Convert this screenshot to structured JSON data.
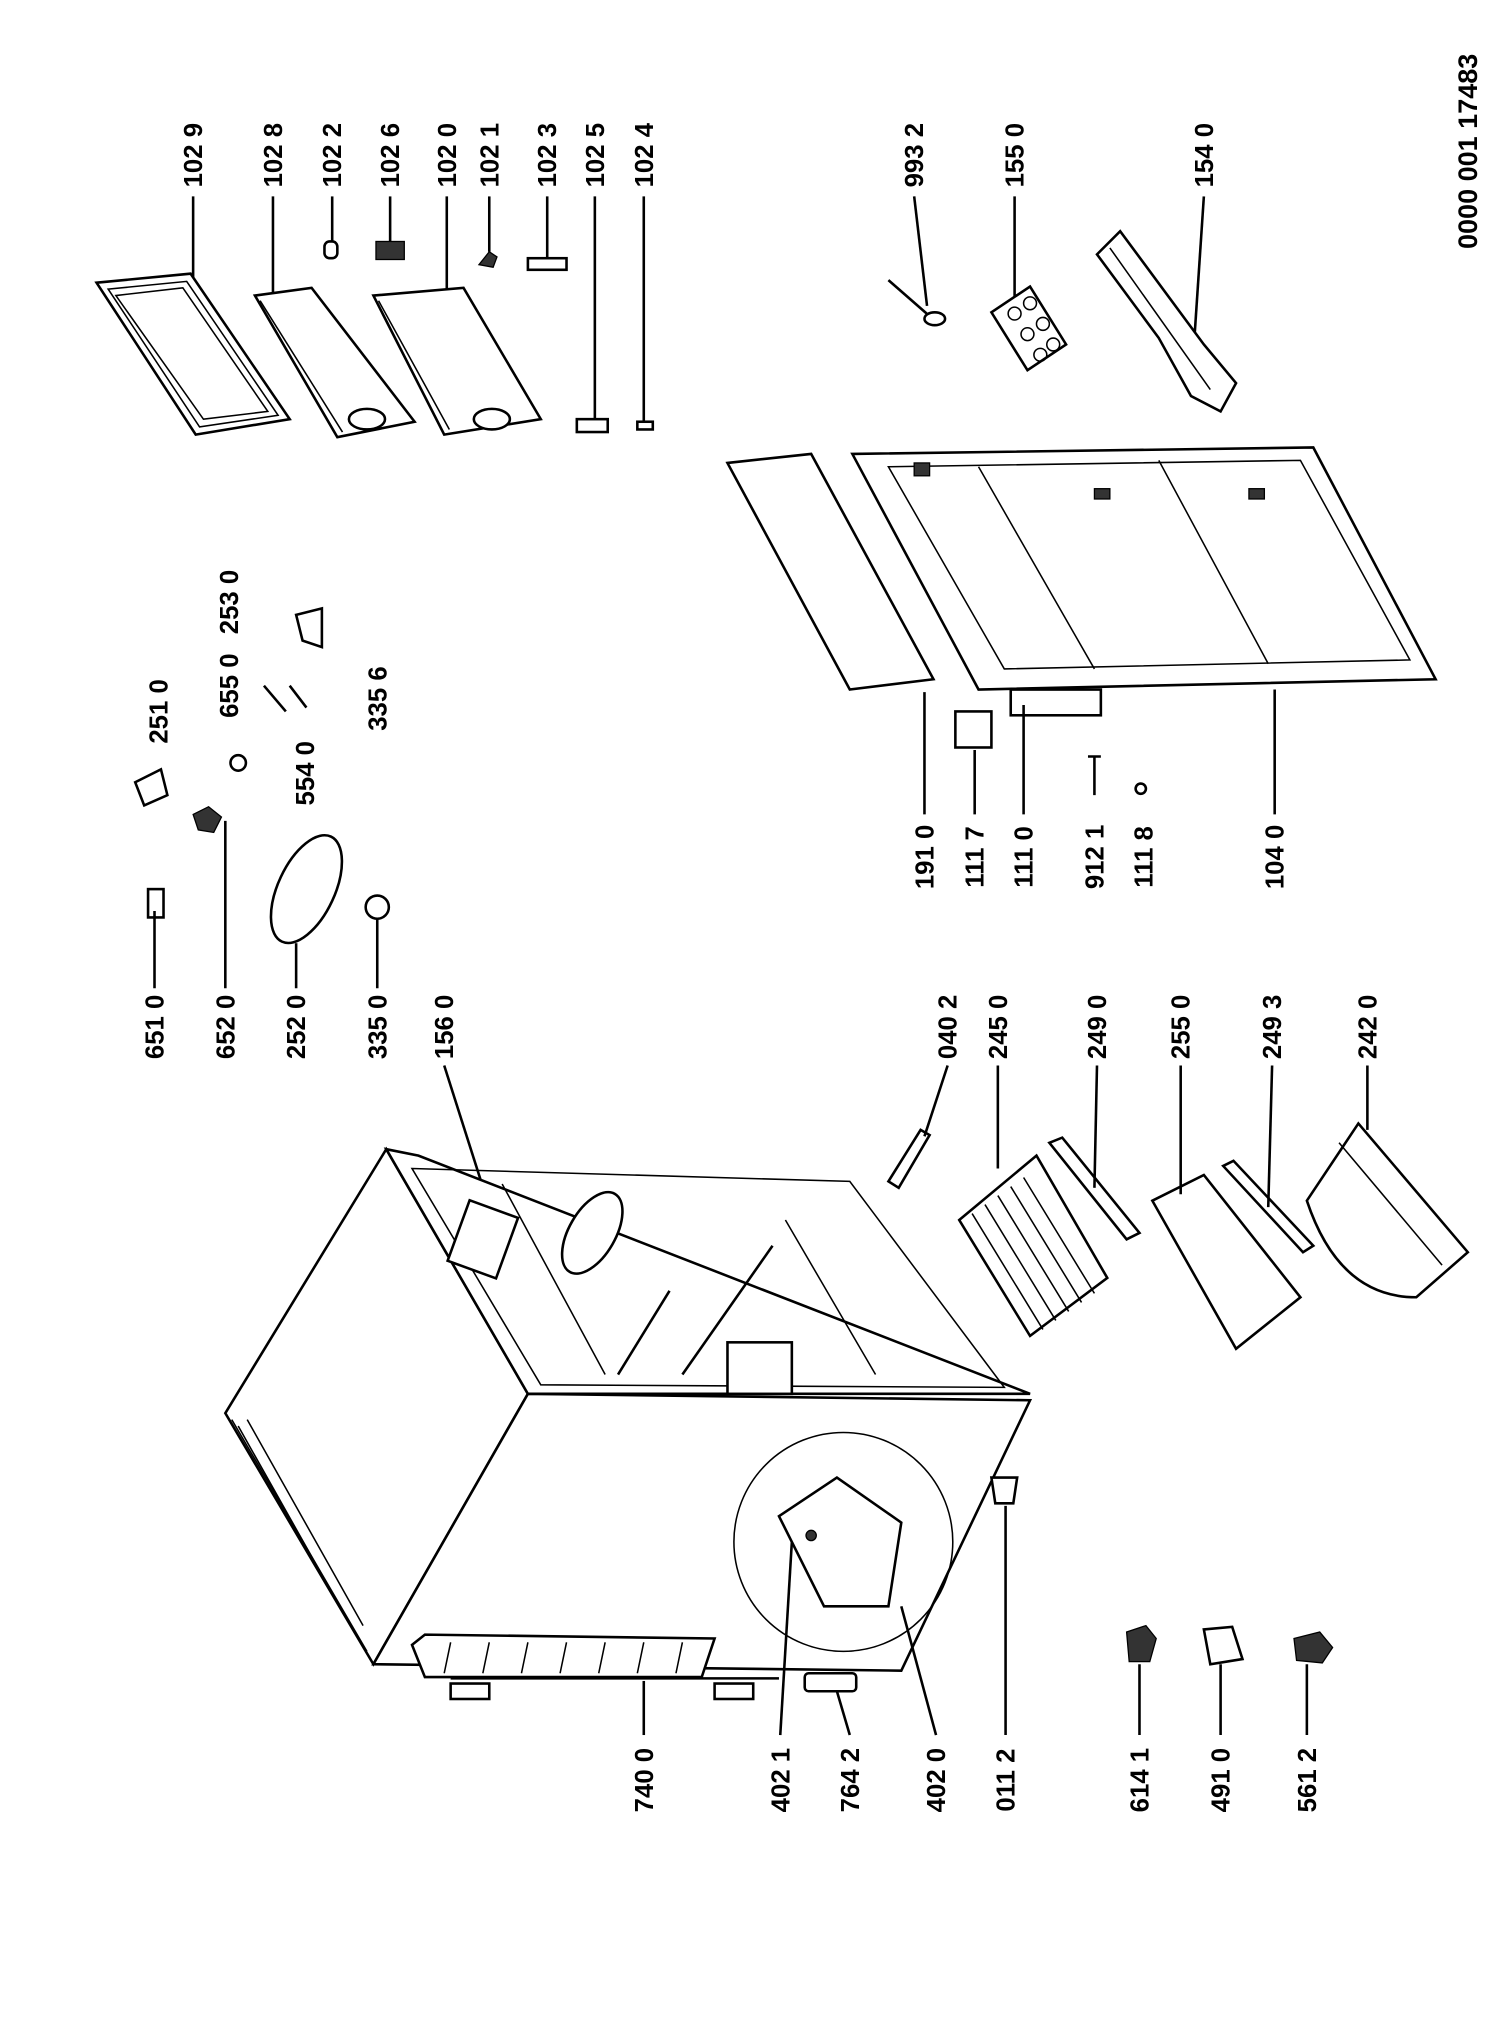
{
  "document_code": "0000 001 17483",
  "labels": {
    "p1029": "102 9",
    "p1028": "102 8",
    "p1022": "102 2",
    "p1026": "102 6",
    "p1020": "102 0",
    "p1021": "102 1",
    "p1023": "102 3",
    "p1025": "102 5",
    "p1024": "102 4",
    "p9932": "993 2",
    "p1550": "155 0",
    "p1540": "154 0",
    "p2510": "251 0",
    "p6550": "655 0",
    "p3356": "335 6",
    "p2530": "253 0",
    "p5540": "554 0",
    "p6510": "651 0",
    "p6520": "652 0",
    "p2520": "252 0",
    "p3350": "335 0",
    "p1560": "156 0",
    "p0402": "040 2",
    "p2450": "245 0",
    "p2490": "249 0",
    "p2550": "255 0",
    "p2493": "249 3",
    "p2420": "242 0",
    "p1910": "191 0",
    "p1117": "111 7",
    "p1110": "111 0",
    "p9121": "912 1",
    "p1118": "111 8",
    "p1040": "104 0",
    "p7400": "740 0",
    "p4021": "402 1",
    "p7642": "764 2",
    "p4020": "402 0",
    "p0112": "011 2",
    "p6141": "614 1",
    "p4910": "491 0",
    "p5612": "561 2"
  }
}
